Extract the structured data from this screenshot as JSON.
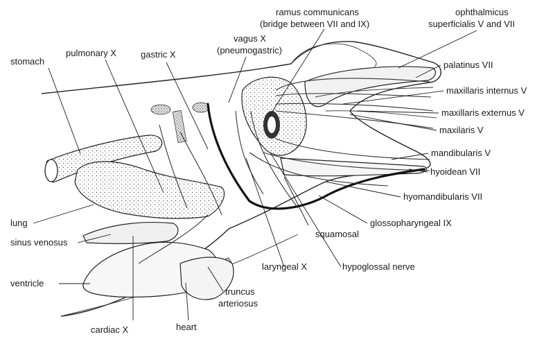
{
  "labels": {
    "ramus_communicans_1": "ramus communicans",
    "ramus_communicans_2": "(bridge between VII and IX)",
    "ophthalmicus_1": "ophthalmicus",
    "ophthalmicus_2": "superficialis V and VII",
    "vagus_1": "vagus X",
    "vagus_2": "(pneumogastric)",
    "stomach": "stomach",
    "pulmonary": "pulmonary X",
    "gastric": "gastric X",
    "palatinus": "palatinus VII",
    "maxillaris_internus": "maxillaris internus V",
    "maxillaris_externus": "maxillaris externus V",
    "maxilaris": "maxilaris V",
    "mandibularis": "mandibularis V",
    "hyoidean": "hyoidean VII",
    "hyomandibularis": "hyomandibularis VII",
    "lung": "lung",
    "glossopharyngeal": "glossopharyngeal IX",
    "sinus_venosus": "sinus venosus",
    "squamosal": "squamosal",
    "laryngeal": "laryngeal X",
    "hypoglossal": "hypoglossal nerve",
    "ventricle": "ventricle",
    "truncus_1": "truncus",
    "truncus_2": "arteriosus",
    "cardiac": "cardiac X",
    "heart": "heart"
  }
}
